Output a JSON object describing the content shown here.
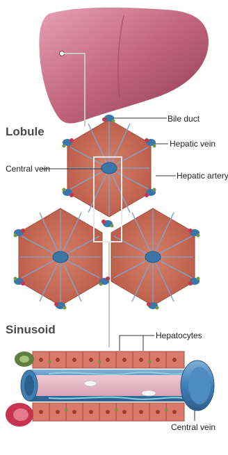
{
  "section_titles": {
    "lobule": "Lobule",
    "sinusoid": "Sinusoid"
  },
  "labels": {
    "bile_duct": "Bile duct",
    "hepatic_vein": "Hepatic vein",
    "central_vein_lobule": "Central vein",
    "hepatic_artery": "Hepatic artery",
    "hepatocytes": "Hepatocytes",
    "central_vein_sinusoid": "Central vein"
  },
  "colors": {
    "liver": "#b0566f",
    "liver_dark": "#8c3a54",
    "lobule_tissue": "#c96a55",
    "cord_lines": "#7fa3c8",
    "central_vein": "#3b76a8",
    "bile_duct_green": "#6a9b3e",
    "artery_red": "#c8334f",
    "hepatocyte": "#d97a6c",
    "connector": "#c8c8c8"
  }
}
